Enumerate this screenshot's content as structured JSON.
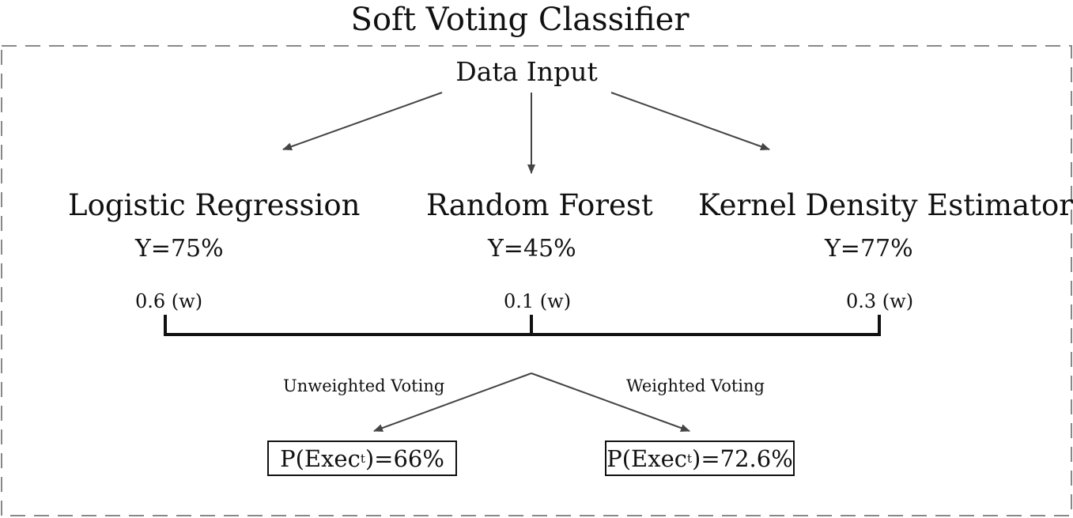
{
  "diagram": {
    "title": "Soft Voting Classifier",
    "input_label": "Data Input",
    "models": [
      {
        "name": "Logistic Regression",
        "accuracy": "Y=75%",
        "weight": "0.6 (w)"
      },
      {
        "name": "Random Forest",
        "accuracy": "Y=45%",
        "weight": "0.1 (w)"
      },
      {
        "name": "Kernel Density Estimator",
        "accuracy": "Y=77%",
        "weight": "0.3 (w)"
      }
    ],
    "voting": {
      "unweighted": {
        "label": "Unweighted Voting",
        "result_prefix": "P(Exec",
        "result_sub": "t",
        "result_suffix": ")=66%"
      },
      "weighted": {
        "label": "Weighted Voting",
        "result_prefix": "P(Exec",
        "result_sub": "t",
        "result_suffix": ")=72.6%"
      }
    },
    "colors": {
      "arrow": "#444444",
      "border": "#888888",
      "text": "#111111"
    }
  }
}
